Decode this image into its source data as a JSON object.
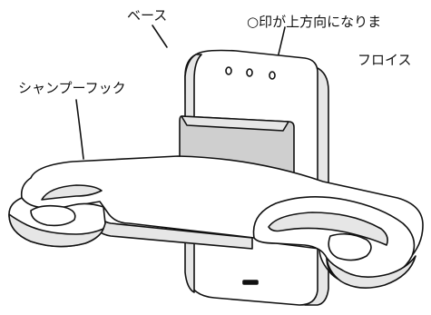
{
  "labels": {
    "base": "ベース",
    "orientation_note": "○印が上方向になりま",
    "floice": "フロイス",
    "shampoo_hook": "シャンプーフック"
  },
  "colors": {
    "stroke": "#111111",
    "fill_light": "#ffffff",
    "fill_shade": "#e6e6e6",
    "fill_dark": "#cfcfcf"
  }
}
